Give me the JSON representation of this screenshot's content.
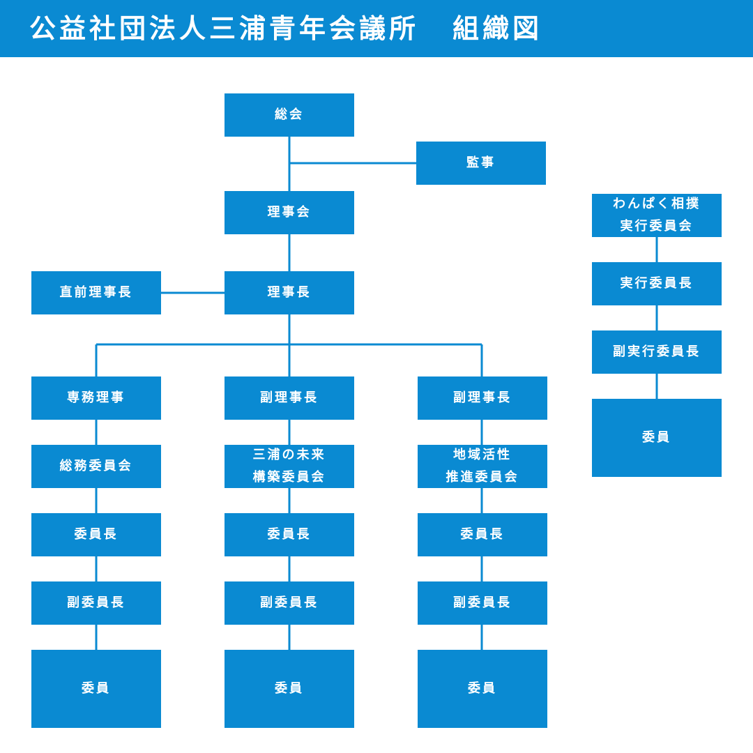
{
  "header": {
    "title_main": "公益社団法人三浦青年会議所",
    "title_sub": "組織図",
    "color": "#0a8ad2"
  },
  "colors": {
    "box": "#0a8ad2",
    "line": "#0a8ad2",
    "text": "#ffffff"
  },
  "nodes": {
    "soukai": [
      "総会"
    ],
    "kanji": [
      "監事"
    ],
    "rijikai": [
      "理事会"
    ],
    "rijicho": [
      "理事長"
    ],
    "chokuzen": [
      "直前理事長"
    ],
    "senmu": [
      "専務理事"
    ],
    "fuku_riji_1": [
      "副理事長"
    ],
    "fuku_riji_2": [
      "副理事長"
    ],
    "soumu": [
      "総務委員会"
    ],
    "miura_mirai": [
      "三浦の未来",
      "構築委員会"
    ],
    "chiiki": [
      "地域活性",
      "推進委員会"
    ],
    "iincho_1": [
      "委員長"
    ],
    "iincho_2": [
      "委員長"
    ],
    "iincho_3": [
      "委員長"
    ],
    "fuku_iincho_1": [
      "副委員長"
    ],
    "fuku_iincho_2": [
      "副委員長"
    ],
    "fuku_iincho_3": [
      "副委員長"
    ],
    "iin_1": [
      "委員"
    ],
    "iin_2": [
      "委員"
    ],
    "iin_3": [
      "委員"
    ],
    "wanpaku": [
      "わんぱく相撲",
      "実行委員会"
    ],
    "jikko_iincho": [
      "実行委員長"
    ],
    "fuku_jikko_iincho": [
      "副実行委員長"
    ],
    "iin_4": [
      "委員"
    ]
  }
}
